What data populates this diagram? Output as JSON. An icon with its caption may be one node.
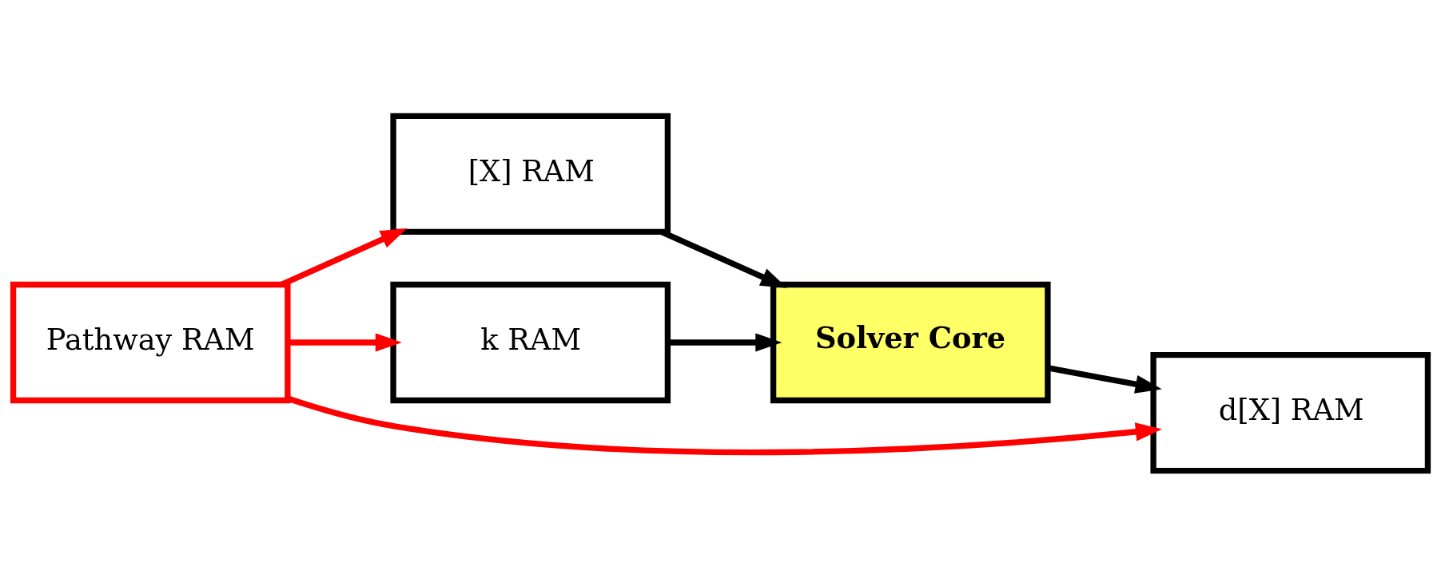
{
  "diagram": {
    "nodes": [
      {
        "text": [
          "Pathway RAM"
        ]
      },
      {
        "text": [
          "[X] RAM"
        ]
      },
      {
        "text": [
          "k RAM"
        ]
      },
      {
        "text": [
          "Solver Core"
        ]
      },
      {
        "text": [
          "d[X] RAM"
        ]
      }
    ],
    "edges": [
      {
        "from": 0,
        "to": 1,
        "arrow": "to",
        "color": "#ff0000"
      },
      {
        "from": 0,
        "to": 2,
        "arrow": "to",
        "color": "#ff0000"
      },
      {
        "from": 0,
        "to": 4,
        "arrow": "to",
        "color": "#ff0000"
      },
      {
        "from": 1,
        "to": 3,
        "arrow": "to",
        "color": "#000000"
      },
      {
        "from": 2,
        "to": 3,
        "arrow": "to",
        "color": "#000000"
      },
      {
        "from": 3,
        "to": 4,
        "arrow": "to",
        "color": "#000000"
      }
    ]
  }
}
